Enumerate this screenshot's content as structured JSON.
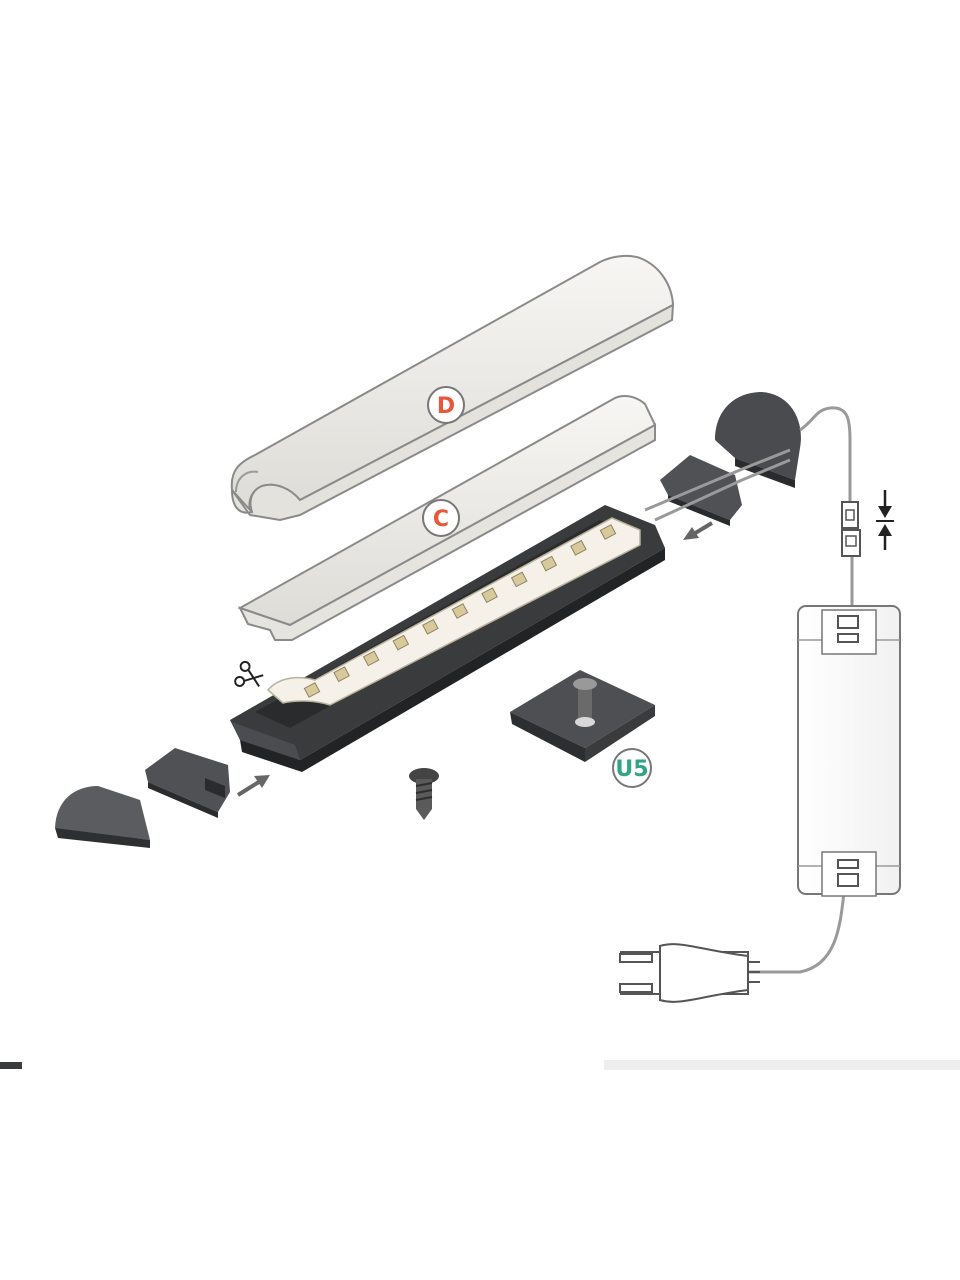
{
  "labels": {
    "diffuser_round": "D",
    "diffuser_flat": "C",
    "mounting_clip": "U5"
  },
  "colors": {
    "label_d": "#e8563b",
    "label_c": "#e8563b",
    "label_u5": "#2fa586",
    "profile": "#3a3b3d",
    "cover": "#f1efec",
    "led_strip": "#f5f1e8",
    "led_chip": "#d8c99a",
    "outline": "#8a8a8a"
  },
  "icons": [
    "scissors-icon",
    "arrow-icon",
    "compress-arrows-icon",
    "screw-icon",
    "power-plug-icon"
  ]
}
